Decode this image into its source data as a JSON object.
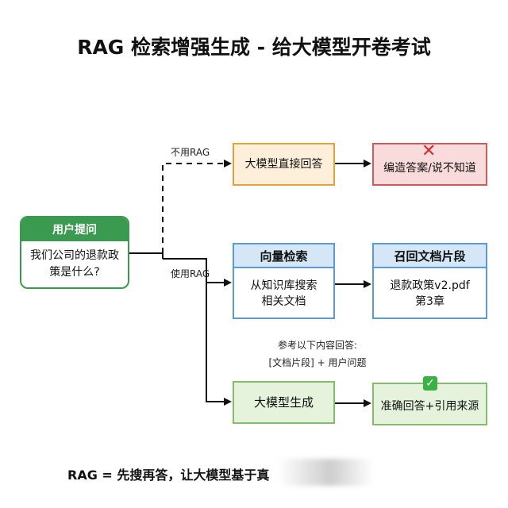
{
  "title": "RAG 检索增强生成 - 给大模型开卷考试",
  "user": {
    "header": "用户提问",
    "question": "我们公司的退款政策是什么?"
  },
  "branch_no_rag": {
    "label": "不用RAG",
    "direct": "大模型直接回答",
    "result": "编造答案/说不知道"
  },
  "branch_rag": {
    "label": "使用RAG",
    "search_title": "向量检索",
    "search_line1": "从知识库搜索",
    "search_line2": "相关文档",
    "recall_title": "召回文档片段",
    "recall_line1": "退款政策v2.pdf",
    "recall_line2": "第3章",
    "prompt_line1": "参考以下内容回答:",
    "prompt_line2": "[文档片段] + 用户问题",
    "generate": "大模型生成",
    "result": "准确回答+引用来源"
  },
  "footer": "RAG = 先搜再答，让大模型基于真",
  "colors": {
    "green": "#3a9a4f",
    "orange": "#e2a33c",
    "red": "#cf5a5a",
    "blue": "#5b9bd5"
  },
  "icons": {
    "fail": "x-mark-icon",
    "success": "check-mark-icon"
  }
}
